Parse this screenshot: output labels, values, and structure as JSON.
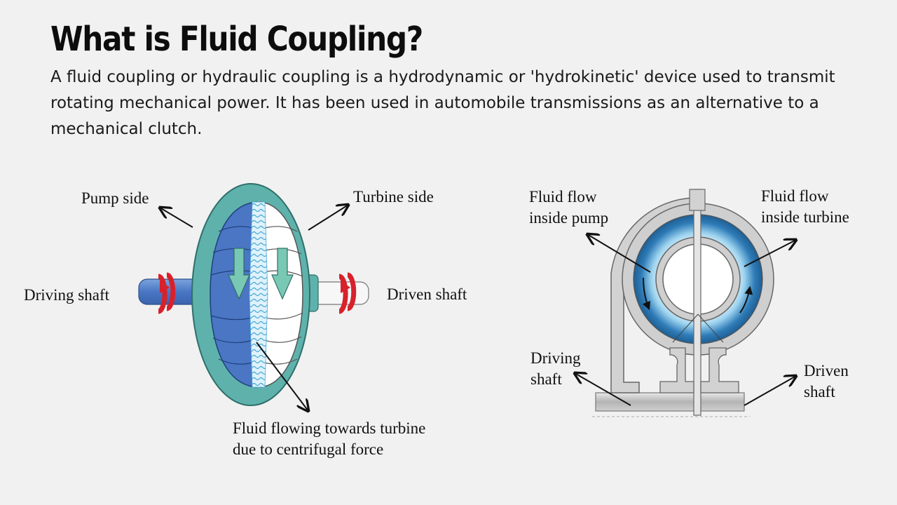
{
  "title": "What is Fluid Coupling?",
  "description": "A fluid coupling or hydraulic coupling is a hydrodynamic or 'hydrokinetic' device used to transmit rotating mechanical power. It has been used in automobile transmissions as an alternative to a mechanical clutch.",
  "left_diagram": {
    "pump_side": "Pump side",
    "turbine_side": "Turbine side",
    "driving_shaft": "Driving shaft",
    "driven_shaft": "Driven shaft",
    "fluid_line1": "Fluid flowing towards turbine",
    "fluid_line2": "due to centrifugal force"
  },
  "right_diagram": {
    "flow_pump_line1": "Fluid flow",
    "flow_pump_line2": "inside pump",
    "flow_turbine_line1": "Fluid flow",
    "flow_turbine_line2": "inside turbine",
    "driving_line1": "Driving",
    "driving_line2": "shaft",
    "driven_line1": "Driven",
    "driven_line2": "shaft"
  },
  "colors": {
    "housing": "#5fb2ac",
    "pump": "#4a76c4",
    "turbine": "#ffffff",
    "fluid": "#7cc5e6",
    "arrow_red": "#d8212b",
    "ring_blue": "#2a6fa8",
    "metal": "#c4c4c4"
  }
}
